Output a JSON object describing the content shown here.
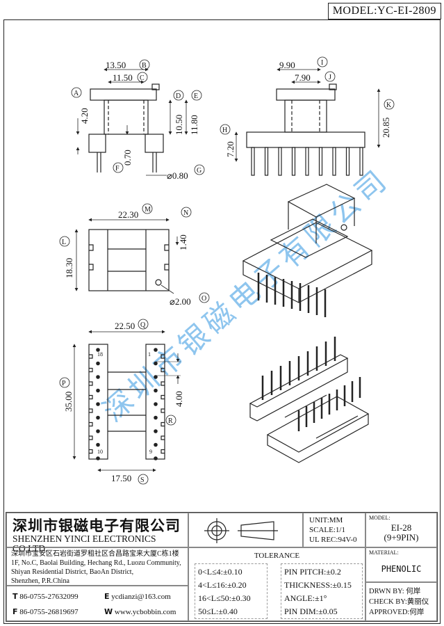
{
  "header": {
    "model": "MODEL:YC-EI-2809"
  },
  "front_view": {
    "d13_50": "13.50",
    "d11_50": "11.50",
    "d4_20": "4.20",
    "d10_50": "10.50",
    "d11_80": "11.80",
    "d0_70": "0.70",
    "d0_80": "⌀0.80",
    "A": "A",
    "B": "B",
    "C": "C",
    "D": "D",
    "E": "E",
    "F": "F",
    "G": "G"
  },
  "side_view": {
    "d9_90": "9.90",
    "d7_90": "7.90",
    "d20_85": "20.85",
    "d7_20": "7.20",
    "H": "H",
    "I": "I",
    "J": "J",
    "K": "K"
  },
  "top_view": {
    "d22_30": "22.30",
    "d1_40": "1.40",
    "d18_30": "18.30",
    "d2_00": "⌀2.00",
    "L": "L",
    "M": "M",
    "N": "N",
    "O": "O"
  },
  "bottom_view": {
    "d22_50": "22.50",
    "d35_00": "35.00",
    "d4_00": "4.00",
    "d17_50": "17.50",
    "P": "P",
    "Q": "Q",
    "R": "R",
    "S": "S",
    "pin18": "18",
    "pin1": "1",
    "pin10": "10",
    "pin9": "9"
  },
  "watermark": "深圳市银磁电子有限公司",
  "title_block": {
    "company_cn": "深圳市银磁电子有限公司",
    "company_en": "SHENZHEN YINCI ELECTRONICS CO,LTD.",
    "address": [
      "深圳市宝安区石岩街道罗租社区合昌路宝来大厦C栋1楼",
      "1F, No.C, Baolai Building, Hechang Rd., Luozu Community,",
      "Shiyan Residential District, BaoAn District,",
      "Shenzhen, P.R.China"
    ],
    "tel_label": "T",
    "tel": "86-0755-27632099",
    "fax_label": "F",
    "fax": "86-0755-26819697",
    "email_label": "E",
    "email": "ycdianzi@163.com",
    "web_label": "W",
    "web": "www.ycbobbin.com",
    "unit": "UNIT:MM",
    "scale": "SCALE:1/1",
    "ul": "UL REC:94V-0",
    "model_label": "MODEL:",
    "model": "EI-28",
    "pins": "(9+9PIN)",
    "material_label": "MATERIAL:",
    "material": "PHENOLIC",
    "tolerance_title": "TOLERANCE",
    "tol_left": [
      "0<L≤4:±0.10",
      "4<L≤16:±0.20",
      "16<L≤50:±0.30",
      "50≤L:±0.40"
    ],
    "tol_right": [
      "PIN PITCH:±0.2",
      "THICKNESS:±0.15",
      "ANGLE:±1°",
      "PIN DIM:±0.05"
    ],
    "drawn": "DRWN BY: 何岸",
    "check": "CHECK BY:黄丽仪",
    "approved": "APPROVED:何岸"
  }
}
